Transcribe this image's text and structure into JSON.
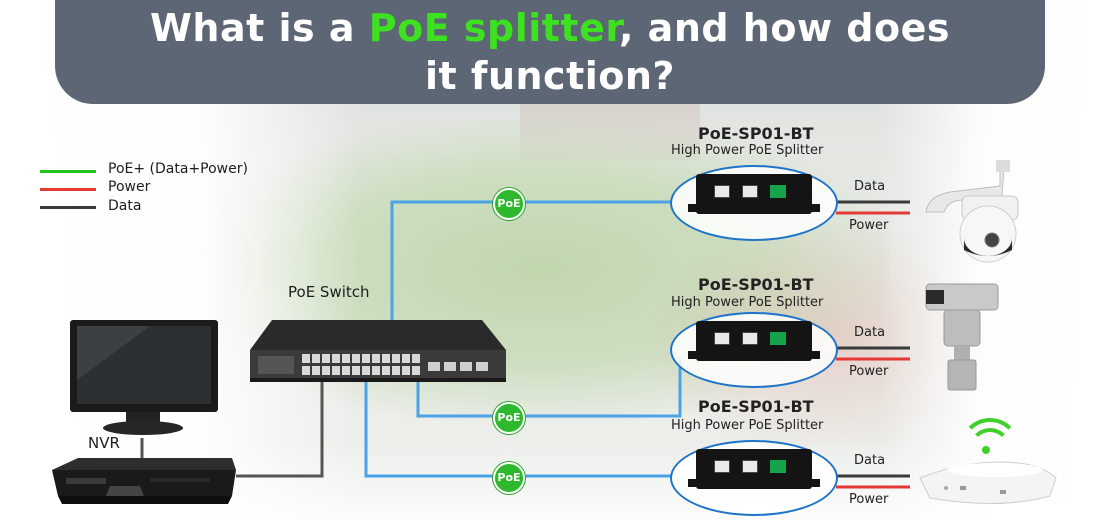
{
  "title": {
    "before": "What is a ",
    "highlight": "PoE splitter",
    "after": ", and how does",
    "line2": "it function?"
  },
  "colors": {
    "title_bar": "#5d6674",
    "highlight": "#3de11f",
    "poe_line": "#22c41e",
    "power_line": "#e53935",
    "data_line": "#3a3a3a",
    "cable": "#4aa3e6",
    "badge": "#2eb82e"
  },
  "legend": [
    {
      "label": "PoE+ (Data+Power)",
      "color": "#22c41e"
    },
    {
      "label": "Power",
      "color": "#e53935"
    },
    {
      "label": "Data",
      "color": "#3a3a3a"
    }
  ],
  "switch_label": "PoE Switch",
  "nvr_label": "NVR",
  "badge_label": "PoE",
  "splitters": [
    {
      "model": "PoE-SP01-BT",
      "subtitle": "High Power PoE Splitter",
      "data_label": "Data",
      "power_label": "Power",
      "device": "speed-dome-camera"
    },
    {
      "model": "PoE-SP01-BT",
      "subtitle": "High Power PoE Splitter",
      "data_label": "Data",
      "power_label": "Power",
      "device": "ptz-camera"
    },
    {
      "model": "PoE-SP01-BT",
      "subtitle": "High Power PoE Splitter",
      "data_label": "Data",
      "power_label": "Power",
      "device": "wireless-access-point"
    }
  ]
}
